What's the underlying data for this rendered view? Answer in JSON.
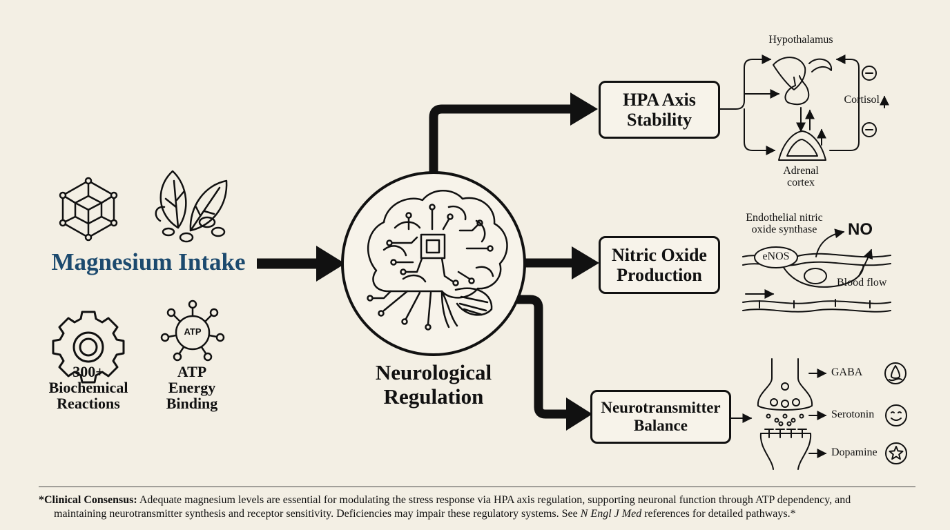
{
  "intake": {
    "title": "Magnesium Intake",
    "title_color": "#1c4a6e",
    "reactions_lines": [
      "300+",
      "Biochemical",
      "Reactions"
    ],
    "atp_lines": [
      "ATP",
      "Energy",
      "Binding"
    ],
    "atp_icon_text": "ATP",
    "icons": [
      "mineral-crystal-icon",
      "leafy-greens-icon",
      "gear-icon",
      "atp-molecule-icon"
    ]
  },
  "center": {
    "lines": [
      "Neurological",
      "Regulation"
    ],
    "icon": "brain-circuit-icon"
  },
  "hpa": {
    "lines": [
      "HPA Axis",
      "Stability"
    ],
    "hypothalamus": "Hypothalamus",
    "adrenal_lines": [
      "Adrenal",
      "cortex"
    ],
    "cortisol": "Cortisol",
    "inhibit_symbol": "−"
  },
  "no": {
    "lines": [
      "Nitric Oxide",
      "Production"
    ],
    "enzyme_lines": [
      "Endothelial nitric",
      "oxide synthase"
    ],
    "enos": "eNOS",
    "no_label": "NO",
    "blood_flow": "Blood flow"
  },
  "nt": {
    "lines": [
      "Neurotransmitter",
      "Balance"
    ],
    "gaba": "GABA",
    "serotonin": "Serotonin",
    "dopamine": "Dopamine"
  },
  "footer": {
    "lead": "*Clinical Consensus:",
    "text1": " Adequate magnesium levels are essential for modulating the stress response via HPA axis regulation, supporting neuronal function through ATP dependency, and",
    "text2a": "maintaining neurotransmitter synthesis and receptor sensitivity. Deficiencies may impair these regulatory systems. See ",
    "journal": "N Engl J Med",
    "text2b": " references for detailed pathways.*"
  }
}
